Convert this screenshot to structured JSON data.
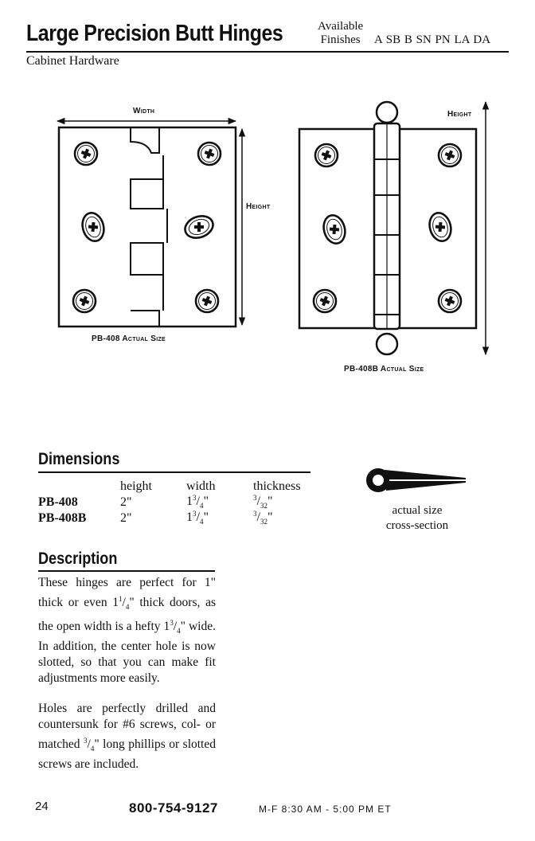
{
  "header": {
    "title": "Large Precision Butt Hinges",
    "available_line1": "Available",
    "available_line2": "Finishes",
    "finish_codes": "A SB B SN PN LA DA",
    "category": "Cabinet Hardware"
  },
  "figures": {
    "pb408": {
      "width_label": "Width",
      "height_label": "Height",
      "caption": "PB-408 Actual Size"
    },
    "pb408b": {
      "height_label": "Height",
      "caption": "PB-408B Actual Size"
    }
  },
  "dimensions": {
    "heading": "Dimensions",
    "columns": [
      "height",
      "width",
      "thickness"
    ],
    "rows": [
      {
        "model": "PB-408",
        "height": "2\"",
        "width_whole": "1",
        "width_num": "3",
        "width_den": "4",
        "width_unit": "\"",
        "thick_num": "3",
        "thick_den": "32",
        "thick_unit": "\""
      },
      {
        "model": "PB-408B",
        "height": "2\"",
        "width_whole": "1",
        "width_num": "3",
        "width_den": "4",
        "width_unit": "\"",
        "thick_num": "3",
        "thick_den": "32",
        "thick_unit": "\""
      }
    ],
    "cross_section_line1": "actual size",
    "cross_section_line2": "cross-section"
  },
  "description": {
    "heading": "Description",
    "p1": {
      "a": "These hinges are perfect for 1\" thick or even 1",
      "f1_num": "1",
      "f1_den": "4",
      "b": "\" thick doors, as the open width is a hefty 1",
      "f2_num": "3",
      "f2_den": "4",
      "c": "\" wide. In addition, the center hole is now slotted, so that you can make fit adjustments more easily."
    },
    "p2": {
      "a": "Holes are perfectly drilled and countersunk for #6 screws, col- or matched ",
      "f_num": "3",
      "f_den": "4",
      "b": "\" long phillips or slotted screws are included."
    }
  },
  "footer": {
    "page_number": "24",
    "phone": "800-754-9127",
    "hours": "M-F 8:30 AM - 5:00 PM ET"
  }
}
